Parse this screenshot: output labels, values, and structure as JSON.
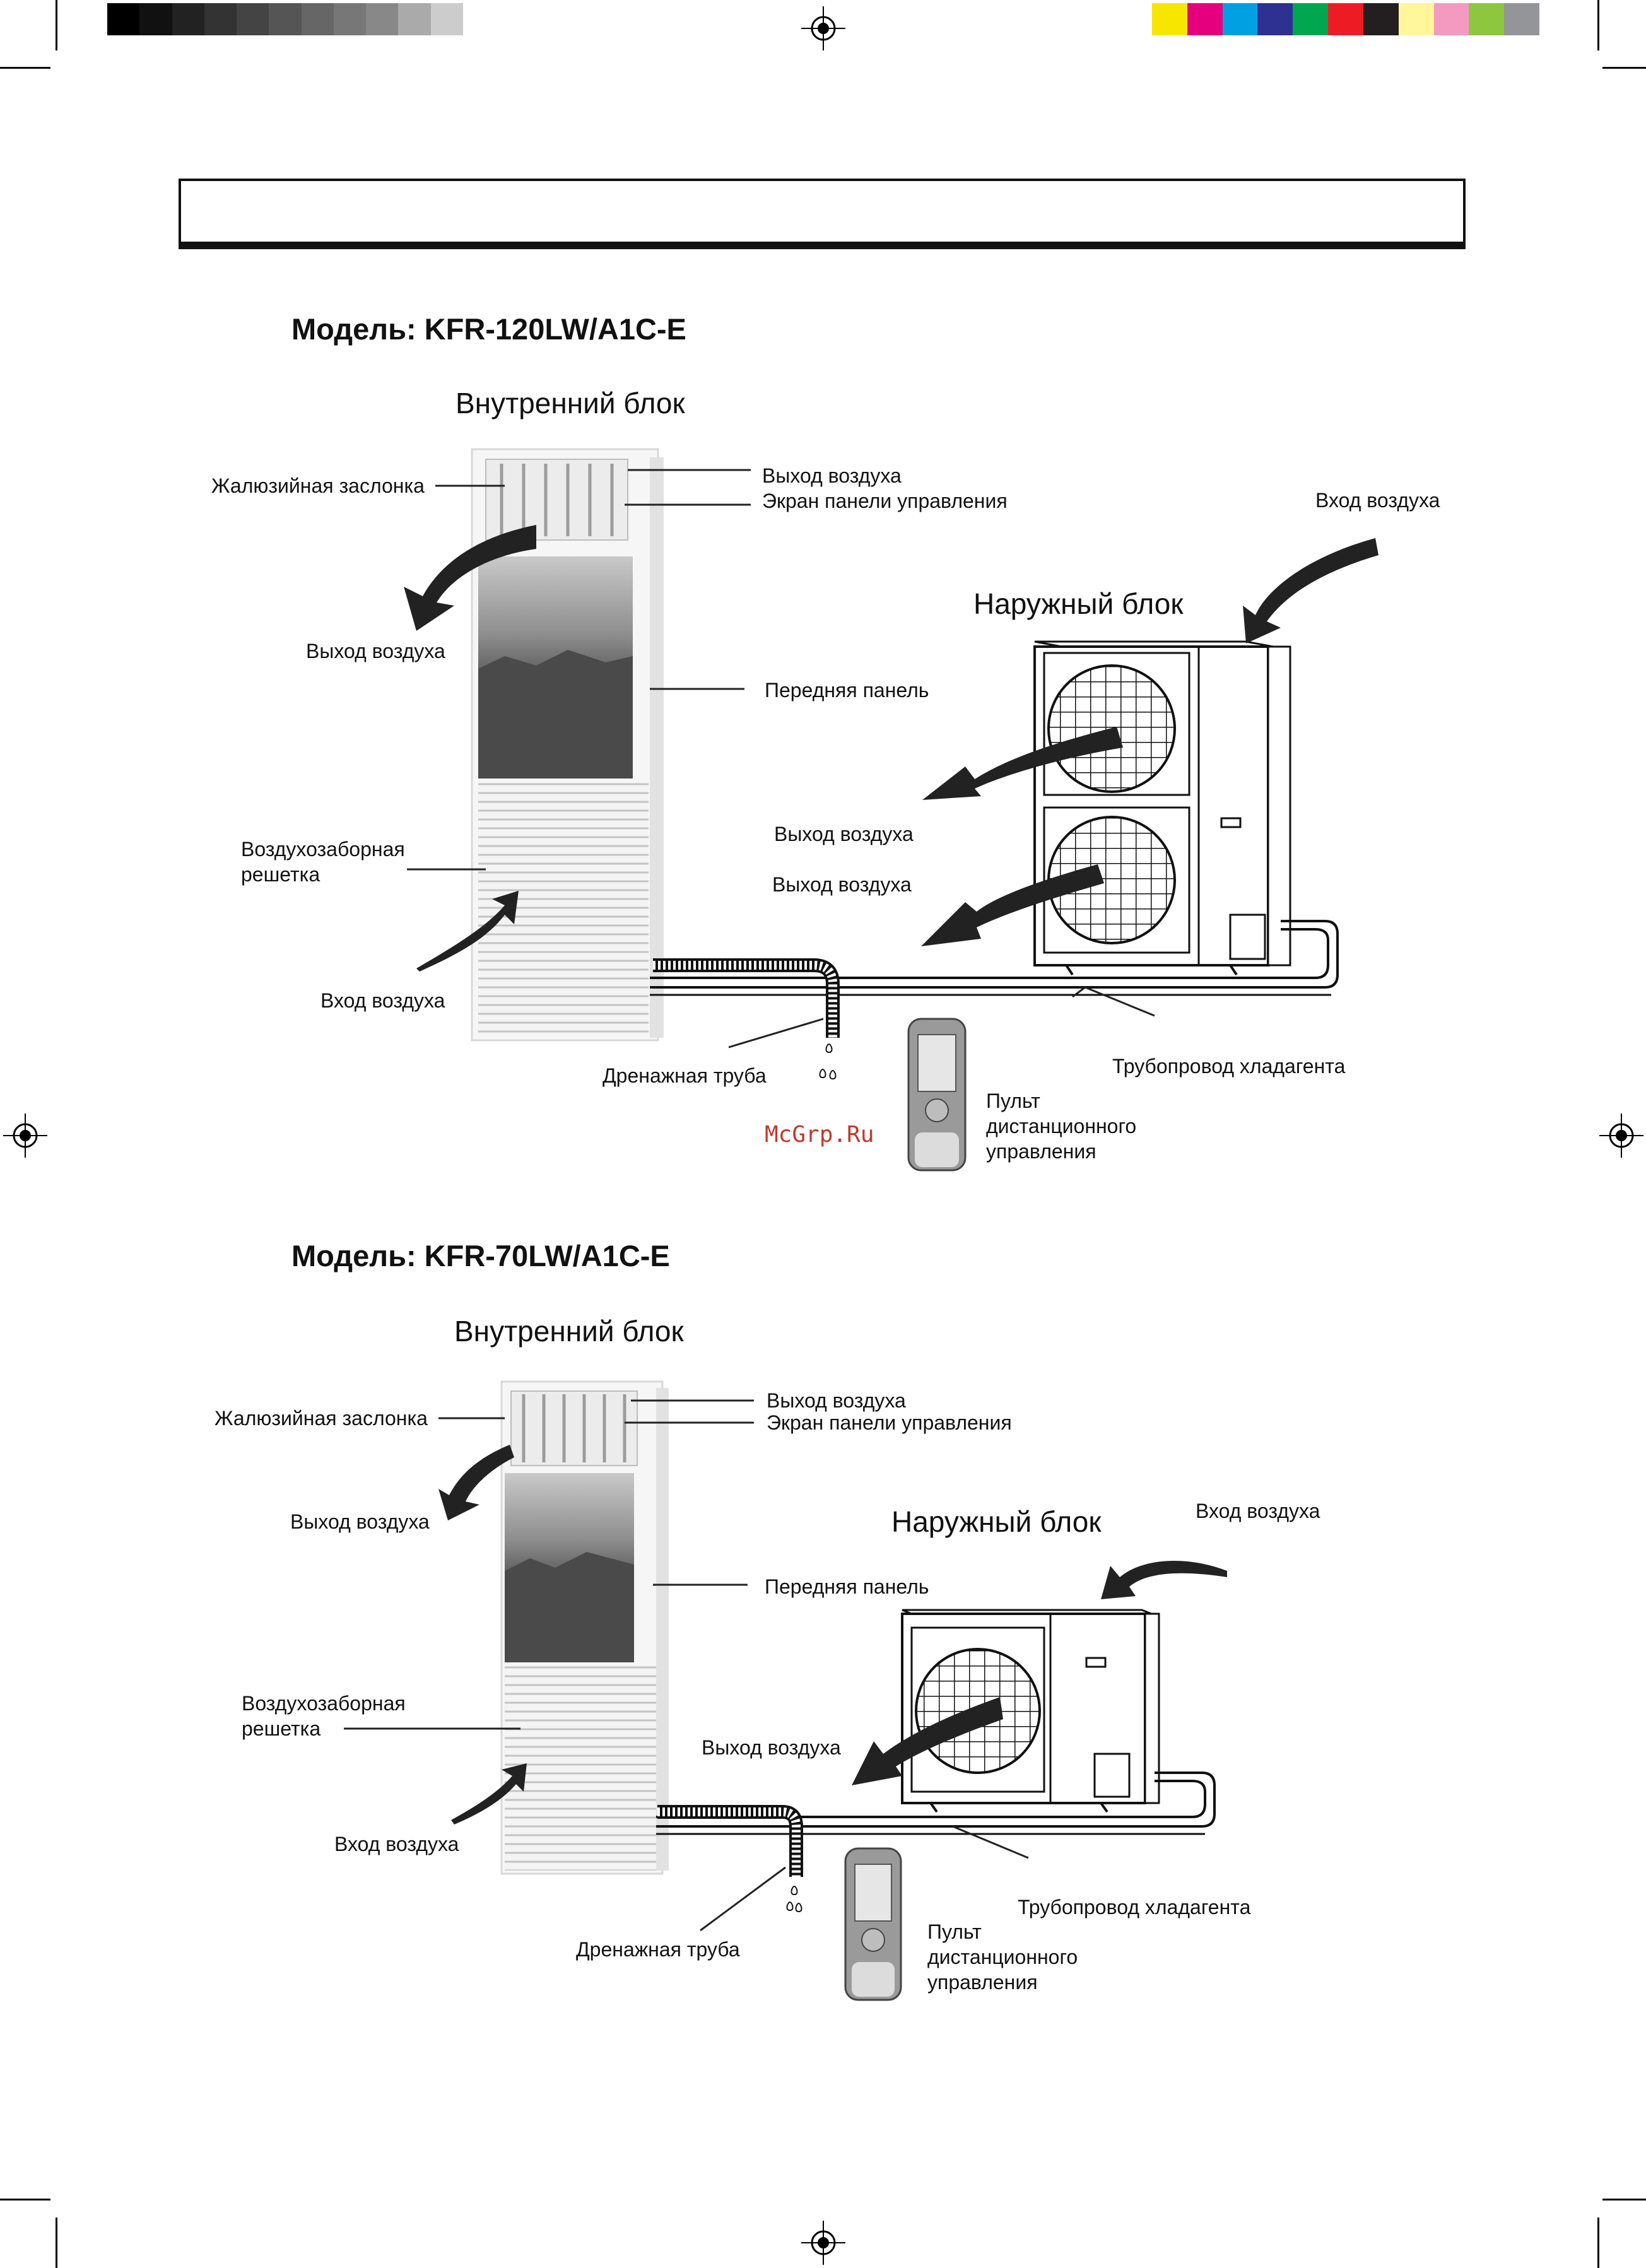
{
  "page": {
    "watermark": "McGrp.Ru"
  },
  "print_marks": {
    "grayscale_bar": [
      "#000000",
      "#111111",
      "#222222",
      "#333333",
      "#444444",
      "#555555",
      "#666666",
      "#777777",
      "#888888",
      "#aaaaaa",
      "#cccccc",
      "#ffffff"
    ],
    "color_bar": [
      "#f7e600",
      "#e5007d",
      "#00a0e2",
      "#2e3192",
      "#00a650",
      "#ed1c24",
      "#231f20",
      "#fff799",
      "#f49ac1",
      "#8dc63f",
      "#939598"
    ]
  },
  "section1": {
    "model": "Модель: KFR-120LW/A1C-E",
    "indoor_title": "Внутренний блок",
    "outdoor_title": "Наружный блок",
    "labels": {
      "louver": "Жалюзийная заслонка",
      "air_outlet_top": "Выход воздуха",
      "control_panel_screen": "Экран панели управления",
      "air_inlet_outdoor": "Вход воздуха",
      "air_outlet_left": "Выход воздуха",
      "front_panel": "Передняя панель",
      "air_outlet_outdoor_1": "Выход воздуха",
      "air_outlet_outdoor_2": "Выход воздуха",
      "intake_grille": "Воздухозаборная решетка",
      "air_inlet_indoor": "Вход воздуха",
      "drain_pipe": "Дренажная труба",
      "refrigerant_piping": "Трубопровод хладагента",
      "remote_control": "Пульт дистанционного управления"
    }
  },
  "section2": {
    "model": "Модель: KFR-70LW/A1C-E",
    "indoor_title": "Внутренний блок",
    "outdoor_title": "Наружный блок",
    "labels": {
      "louver": "Жалюзийная заслонка",
      "air_outlet_top": "Выход воздуха",
      "control_panel_screen": "Экран панели управления",
      "air_outlet_left": "Выход воздуха",
      "air_inlet_outdoor": "Вход воздуха",
      "front_panel": "Передняя панель",
      "intake_grille": "Воздухозаборная решетка",
      "air_outlet_outdoor": "Выход воздуха",
      "air_inlet_indoor": "Вход воздуха",
      "refrigerant_piping": "Трубопровод хладагента",
      "drain_pipe": "Дренажная труба",
      "remote_control": "Пульт дистанционного управления"
    }
  }
}
